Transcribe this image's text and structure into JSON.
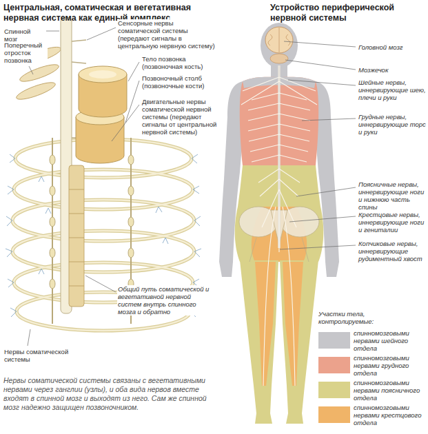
{
  "diagram": {
    "caption": "Нервы соматической системы связаны с вегетативными нервами через ганглии (узлы), и оба вида нервов вместе входят в спинной мозг и выходят из него. Сам же спинной мозг надежно защищен позвоночником.",
    "labels": [
      "Центральная, соматическая и вегетативная нервная система как единый комплекс",
      "Устройство периферической нервной системы",
      "Спинной мозг",
      "Поперечный отросток позвонка",
      "Сенсорные нервы соматической системы (передают сигналы в центральную нервную систему)",
      "Тело позвонка (позвоночная кость)",
      "Позвоночный столб (позвоночные кости)",
      "Двигательные нервы соматической нервной системы (передают сигналы от центральной нервной системы)",
      "Нервы соматической системы",
      "Общий путь соматической и вегетативной нервной систем внутрь спинного мозга и обратно",
      "Головной мозг",
      "Мозжечок",
      "Шейные нервы, иннервирующие шею, плечи и руки",
      "Грудные нервы, иннервирующие торс и руки",
      "Поясничные нервы, иннервирующие ноги и нижнюю часть спины",
      "Крестцовые нервы, иннервирующие ноги и гениталии",
      "Копчиковые нервы, иннервирующие рудиментный хвост",
      "Участки тела, контролируемые:"
    ],
    "legend": [
      {
        "text": "спинномозговыми нервами шейного отдела",
        "color": "#c6c6ca"
      },
      {
        "text": "спинномозговыми нервами грудного отдела",
        "color": "#eba28c"
      },
      {
        "text": "спинномозговыми нервами поясничного отдела",
        "color": "#d9d28a"
      },
      {
        "text": "спинномозговыми нервами крестцового отдела",
        "color": "#f0b468"
      }
    ]
  }
}
